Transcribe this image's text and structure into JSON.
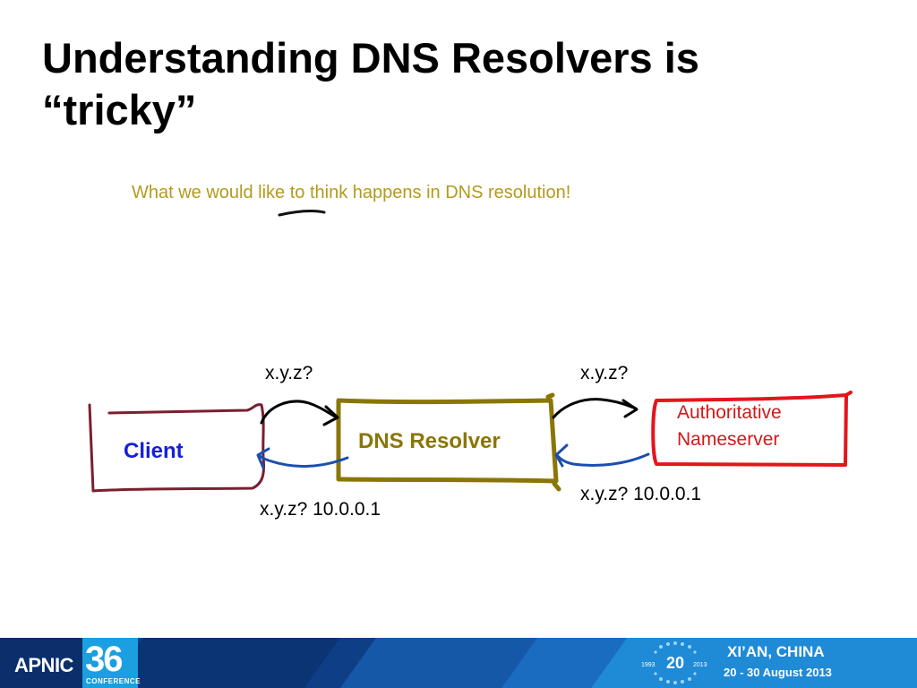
{
  "slide": {
    "title": "Understanding DNS Resolvers is “tricky”",
    "subtitle": "What we would like to think happens in DNS resolution!"
  },
  "diagram": {
    "client": "Client",
    "resolver": "DNS Resolver",
    "authoritative_line1": "Authoritative",
    "authoritative_line2": "Nameserver",
    "query_client_to_resolver": "x.y.z?",
    "query_resolver_to_auth": "x.y.z?",
    "answer_auth_to_resolver": "x.y.z? 10.0.0.1",
    "answer_resolver_to_client": "x.y.z? 10.0.0.1",
    "colors": {
      "client": "#1520d6",
      "client_box": "#7a1f2e",
      "resolver": "#8a7606",
      "auth": "#d0191a",
      "query_arrow": "#000000",
      "answer_arrow": "#1a4fb0"
    }
  },
  "footer": {
    "org": "APNIC",
    "conference_number": "36",
    "conference_word": "CONFERENCE",
    "anniversary_years_start": "1993",
    "anniversary_number": "20",
    "anniversary_years_end": "2013",
    "location": "XI’AN, CHINA",
    "dates": "20 - 30 August 2013",
    "colors": {
      "band": "#0e3f86",
      "accent": "#1a9fe0"
    }
  }
}
